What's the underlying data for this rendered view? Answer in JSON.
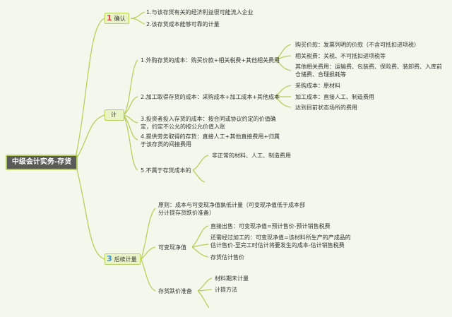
{
  "root": "中级会计实务-存货",
  "branch1": {
    "num": "1",
    "label": "确认",
    "items": [
      "1.与该存货有关的经济利益很可能流入企业",
      "2.该存货成本能够可靠的计量"
    ]
  },
  "branch2": {
    "label": "计",
    "purchase": "1.外购存货的成本：购买价款+相关税费+其他相关费用",
    "purchase_items": [
      "购买价款：发票列明的价款（不含可抵扣进项税）",
      "相关税费：关税、不可抵扣进项税等",
      "其他相关费用：运输费、包装费、保险费、装卸费、入库前仓储费、合理损耗等"
    ],
    "processed": "2.加工取得存货的成本：采购成本+加工成本+其他成本",
    "processed_items": [
      "采购成本：原材料",
      "加工成本：直接人工、制造费用",
      "达到目前状态场所的费用"
    ],
    "invested": "3.投资者投入存货的成本：按合同或协议约定的价值确定，约定不公允的按公允价值入账",
    "service": "4.提供劳务取得的存货：直接人工+其他直接费用+归属于该存货的间接费用",
    "excluded": "5.不属于存货成本的",
    "excluded_items": [
      "非正常的材料、人工、制造费用"
    ]
  },
  "branch3": {
    "num": "3",
    "label": "后续计量",
    "principle": "原则：成本与可变现净值孰低计量（可变现净值低于成本部分计提存货跌价准备）",
    "nrv": "可变现净值",
    "nrv_items": [
      "直接出售：可变现净值=预计售价-预计销售税费",
      "还需经过加工的：可变现净值=该材料所生产的产成品的估计售价-至完工时估计将要发生的成本-估计销售税费",
      "存货估计售价"
    ],
    "provision": "存货跌价准备",
    "provision_items": [
      "材料期末计量",
      "计提方法"
    ]
  },
  "colors": {
    "line": "#b5cf5c",
    "background": "#f4f8ec"
  }
}
